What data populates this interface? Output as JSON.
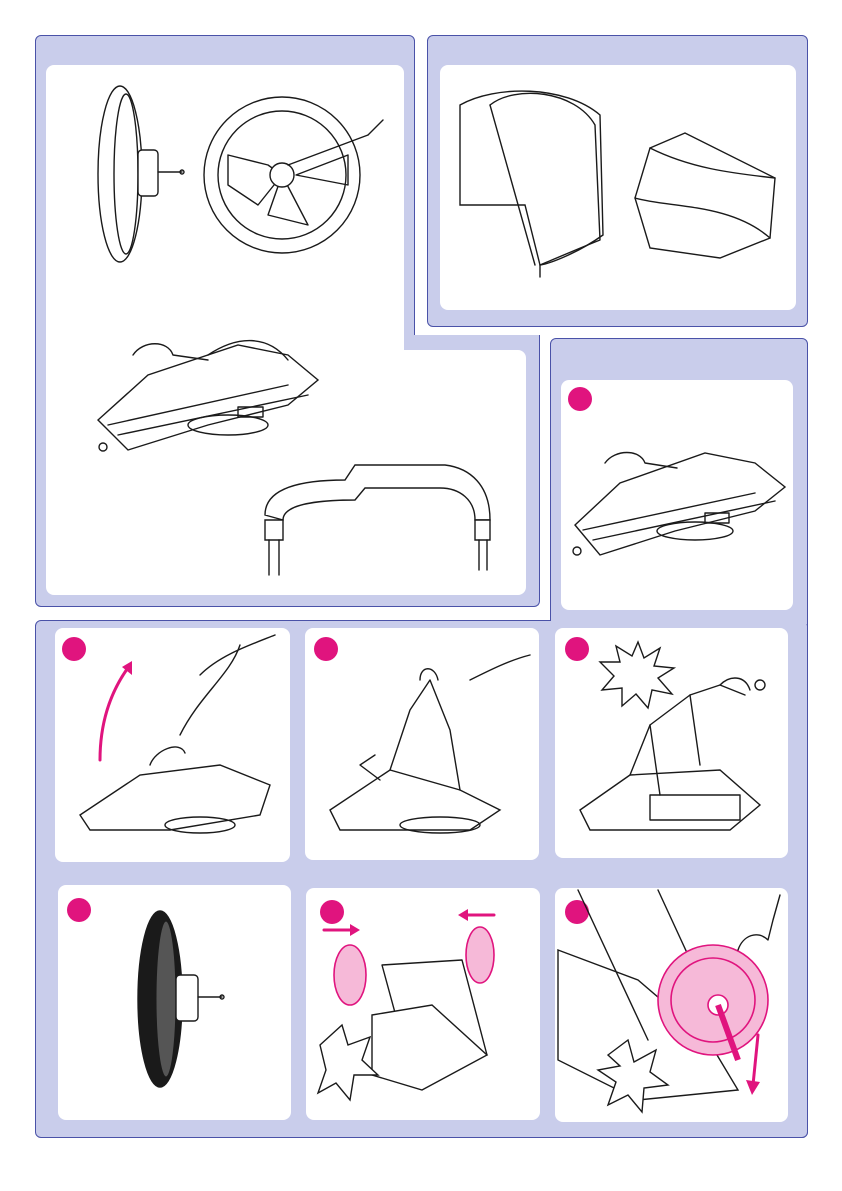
{
  "colors": {
    "panel_bg": "#c9cdeb",
    "panel_border": "#4a52a8",
    "accent": "#e0147e",
    "card_bg": "#ffffff"
  },
  "parts_panel": {
    "items": [
      "rear-wheel-side-icon",
      "rear-wheel-axle-icon",
      "folded-frame-icon",
      "bumper-bar-icon"
    ]
  },
  "accessories_panel": {
    "items": [
      "canopy-icon",
      "basket-icon"
    ]
  },
  "steps": [
    {
      "id": 1,
      "illustration": "folded-frame-icon"
    },
    {
      "id": 2,
      "illustration": "lift-handle-icon"
    },
    {
      "id": 3,
      "illustration": "unfolding-frame-icon"
    },
    {
      "id": 4,
      "illustration": "open-frame-click-icon"
    },
    {
      "id": 5,
      "illustration": "rear-wheel-icon"
    },
    {
      "id": 6,
      "illustration": "attach-wheels-icon"
    },
    {
      "id": 7,
      "illustration": "press-wheel-click-icon"
    }
  ]
}
